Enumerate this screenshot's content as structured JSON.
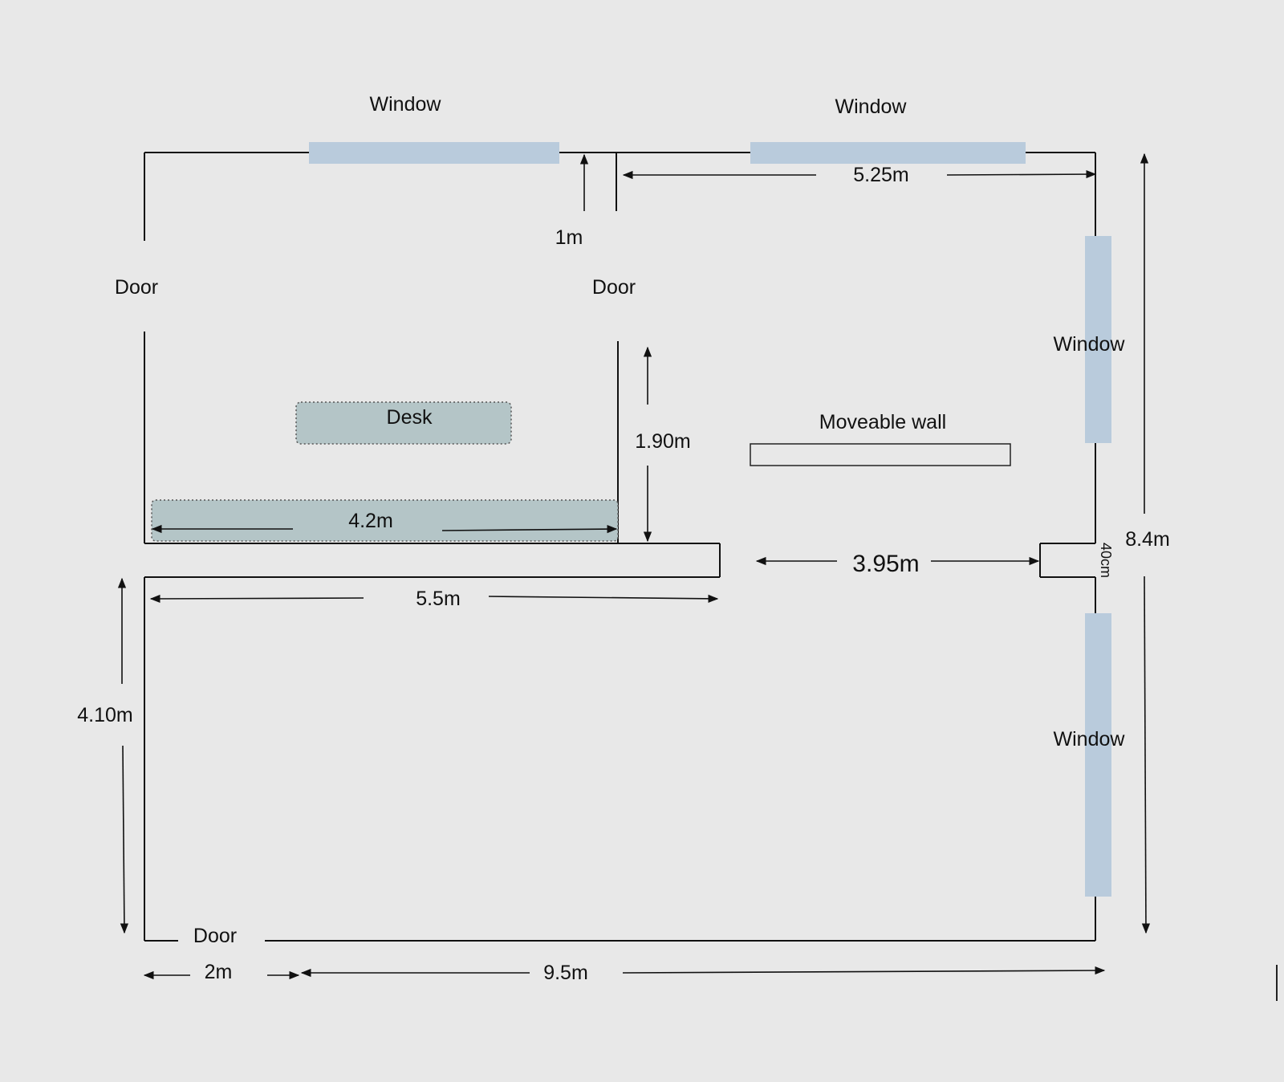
{
  "colors": {
    "background": "#e8e8e8",
    "window": "#b9cbdc",
    "furniture": "#b4c5c7",
    "line": "#111111"
  },
  "labels": {
    "window_top_left": "Window",
    "window_top_right": "Window",
    "window_right_upper": "Window",
    "window_right_lower": "Window",
    "door_left": "Door",
    "door_middle": "Door",
    "door_bottom": "Door",
    "desk": "Desk",
    "moveable_wall": "Moveable wall"
  },
  "dimensions": {
    "top_right_width": "5.25m",
    "door_gap": "1m",
    "partition_height": "1.90m",
    "bench_length": "4.2m",
    "corridor_opening": "3.95m",
    "wall_thickness": "40cm",
    "total_height": "8.4m",
    "lower_left_width": "5.5m",
    "lower_room_height": "4.10m",
    "door_width": "2m",
    "total_width": "9.5m"
  }
}
